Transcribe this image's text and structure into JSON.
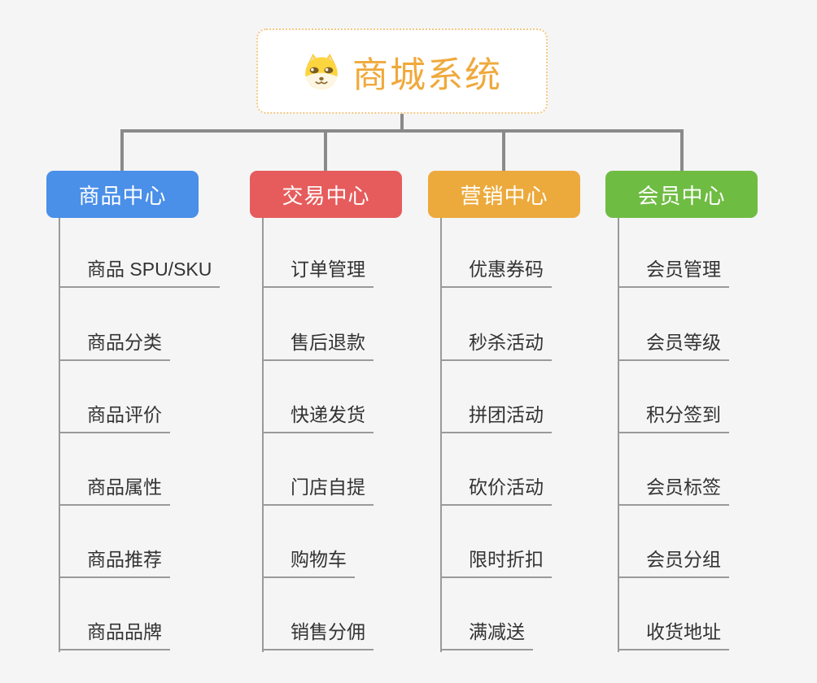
{
  "root": {
    "title": "商城系统",
    "icon": "doge-icon",
    "text_color": "#f0a93c",
    "border_color": "#f2c882"
  },
  "lines": {
    "color": "#8a8a8a"
  },
  "branches": [
    {
      "label": "商品中心",
      "color": "#4a8fe8",
      "items": [
        "商品 SPU/SKU",
        "商品分类",
        "商品评价",
        "商品属性",
        "商品推荐",
        "商品品牌"
      ]
    },
    {
      "label": "交易中心",
      "color": "#e65c5c",
      "items": [
        "订单管理",
        "售后退款",
        "快递发货",
        "门店自提",
        "购物车",
        "销售分佣"
      ]
    },
    {
      "label": "营销中心",
      "color": "#ecaa3c",
      "items": [
        "优惠券码",
        "秒杀活动",
        "拼团活动",
        "砍价活动",
        "限时折扣",
        "满减送"
      ]
    },
    {
      "label": "会员中心",
      "color": "#6fbc43",
      "items": [
        "会员管理",
        "会员等级",
        "积分签到",
        "会员标签",
        "会员分组",
        "收货地址"
      ]
    }
  ]
}
